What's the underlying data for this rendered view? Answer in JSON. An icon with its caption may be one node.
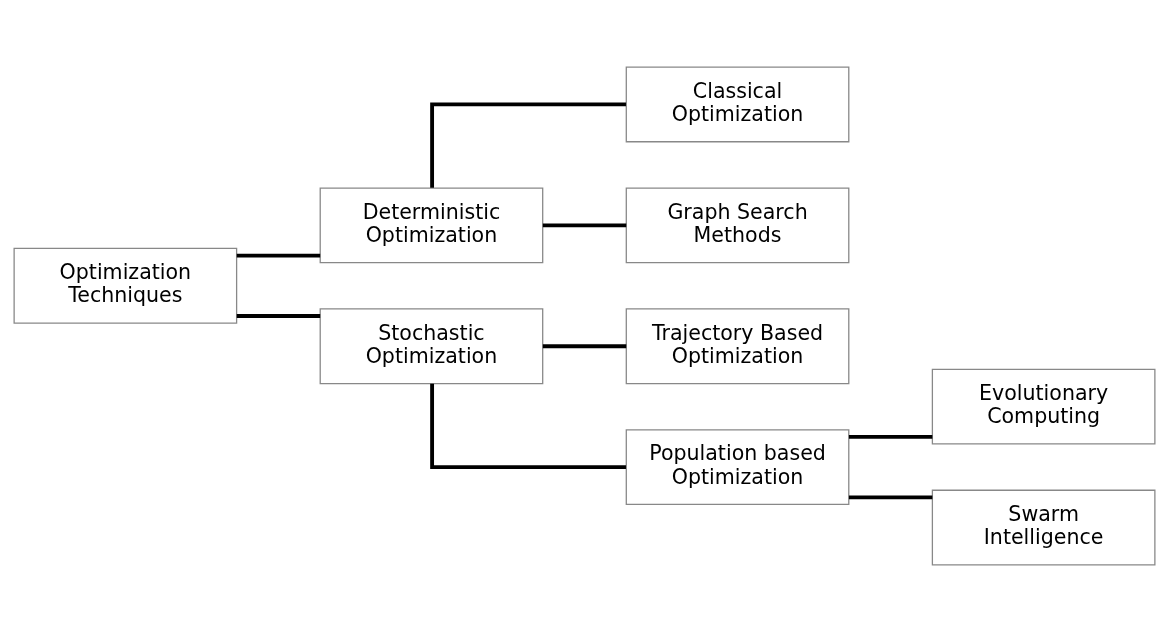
{
  "diagram": {
    "nodes": [
      {
        "text": [
          "Optimization Techniques"
        ]
      },
      {
        "text": [
          "Deterministic Optimization"
        ]
      },
      {
        "text": [
          "Classical Optimization"
        ]
      },
      {
        "text": [
          "Graph Search Methods"
        ]
      },
      {
        "text": [
          "Stochastic Optimization"
        ]
      },
      {
        "text": [
          "Trajectory Based Optimization"
        ]
      },
      {
        "text": [
          "Population based Optimization"
        ]
      },
      {
        "text": [
          "Evolutionary Computing"
        ]
      },
      {
        "text": [
          "Swarm Intelligence"
        ]
      }
    ],
    "edges": [
      {
        "from": 0,
        "to": 1,
        "arrow": "none"
      },
      {
        "from": 0,
        "to": 4,
        "arrow": "none"
      },
      {
        "from": 1,
        "to": 2,
        "arrow": "none"
      },
      {
        "from": 1,
        "to": 3,
        "arrow": "none"
      },
      {
        "from": 4,
        "to": 5,
        "arrow": "none"
      },
      {
        "from": 4,
        "to": 6,
        "arrow": "none"
      },
      {
        "from": 6,
        "to": 7,
        "arrow": "none"
      },
      {
        "from": 6,
        "to": 8,
        "arrow": "none"
      }
    ]
  }
}
